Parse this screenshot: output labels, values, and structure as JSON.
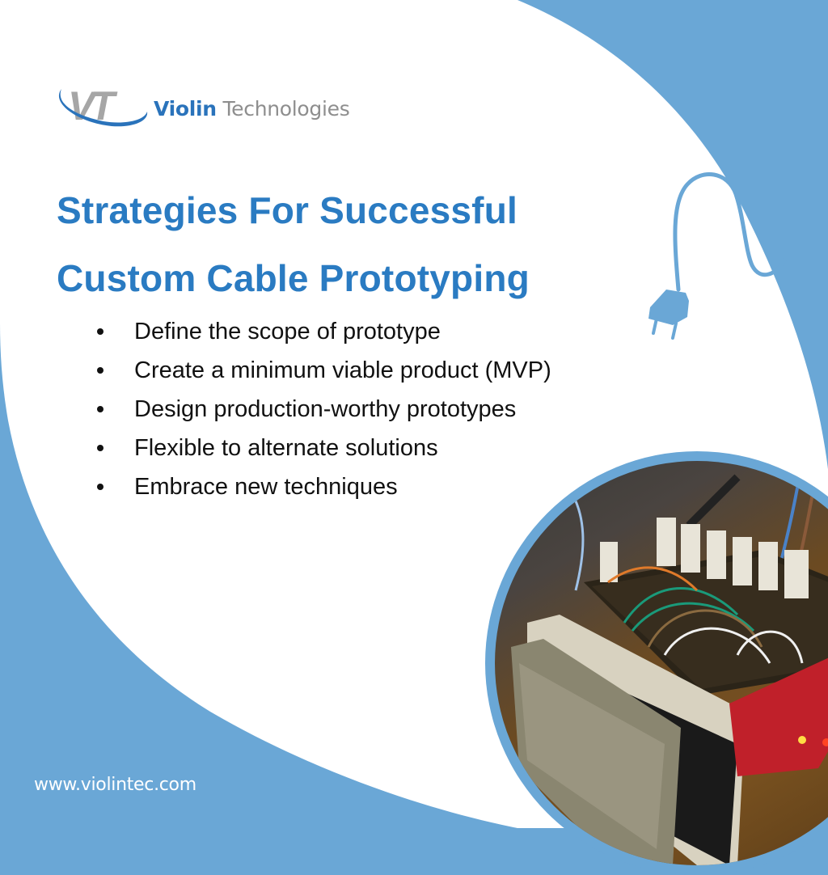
{
  "brand": {
    "logo_mark": "VT",
    "name_primary": "Violin",
    "name_secondary": "Technologies"
  },
  "title": {
    "line1": "Strategies For Successful",
    "line2": "Custom Cable Prototyping"
  },
  "bullets": [
    "Define the scope of prototype",
    "Create a minimum viable product (MVP)",
    "Design production-worthy prototypes",
    "Flexible to alternate solutions",
    "Embrace new techniques"
  ],
  "footer": {
    "url": "www.violintec.com"
  },
  "icons": {
    "plug": "power-plug-cable-icon",
    "photo": "prototype-electronics-photo"
  },
  "colors": {
    "background_blue": "#6aa7d6",
    "title_blue": "#2a7bc2",
    "logo_blue": "#2a73bb",
    "logo_gray": "#8e8e8e",
    "text_dark": "#111111",
    "white": "#ffffff"
  }
}
